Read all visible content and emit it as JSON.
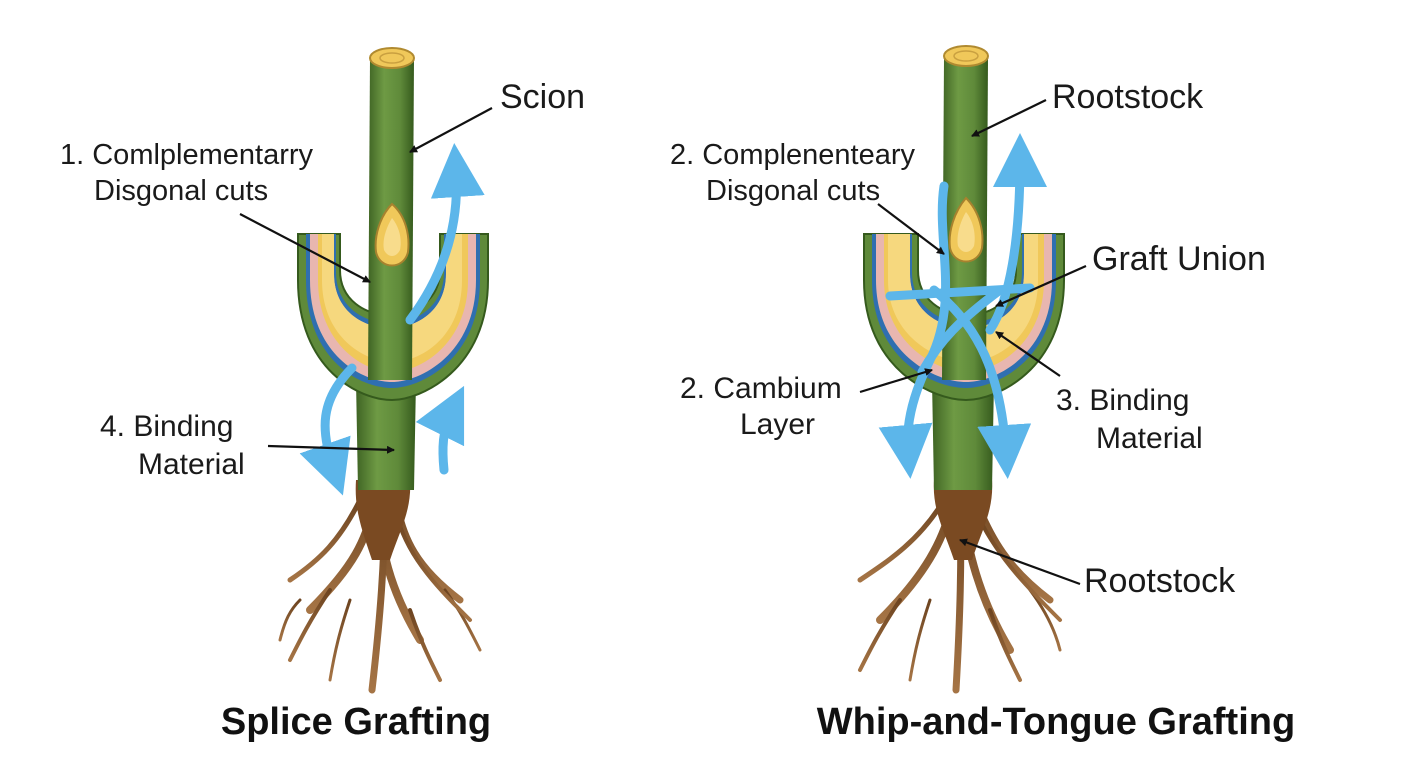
{
  "colors": {
    "stem": "#5f8a3a",
    "stem_dark": "#3f6424",
    "wood": "#f0c85a",
    "wood_light": "#f8dc8c",
    "cambium_pink": "#e8b6b0",
    "cambium_blue": "#2f6fb0",
    "arrow": "#5cb6ea",
    "root": "#8a5a2b"
  },
  "left": {
    "title": "Splice Grafting",
    "labels": {
      "scion": "Scion",
      "cuts_line1": "1. Comlplementarry",
      "cuts_line2": "Disgonal cuts",
      "binding_line1": "4. Binding",
      "binding_line2": "Material"
    }
  },
  "right": {
    "title": "Whip-and-Tongue Grafting",
    "labels": {
      "rootstock_top": "Rootstock",
      "cuts_line1": "2. Complenenteary",
      "cuts_line2": "Disgonal cuts",
      "graft_union": "Graft Union",
      "cambium_line1": "2. Cambium",
      "cambium_line2": "Layer",
      "binding_line1": "3. Binding",
      "binding_line2": "Material",
      "rootstock_bottom": "Rootstock"
    }
  }
}
